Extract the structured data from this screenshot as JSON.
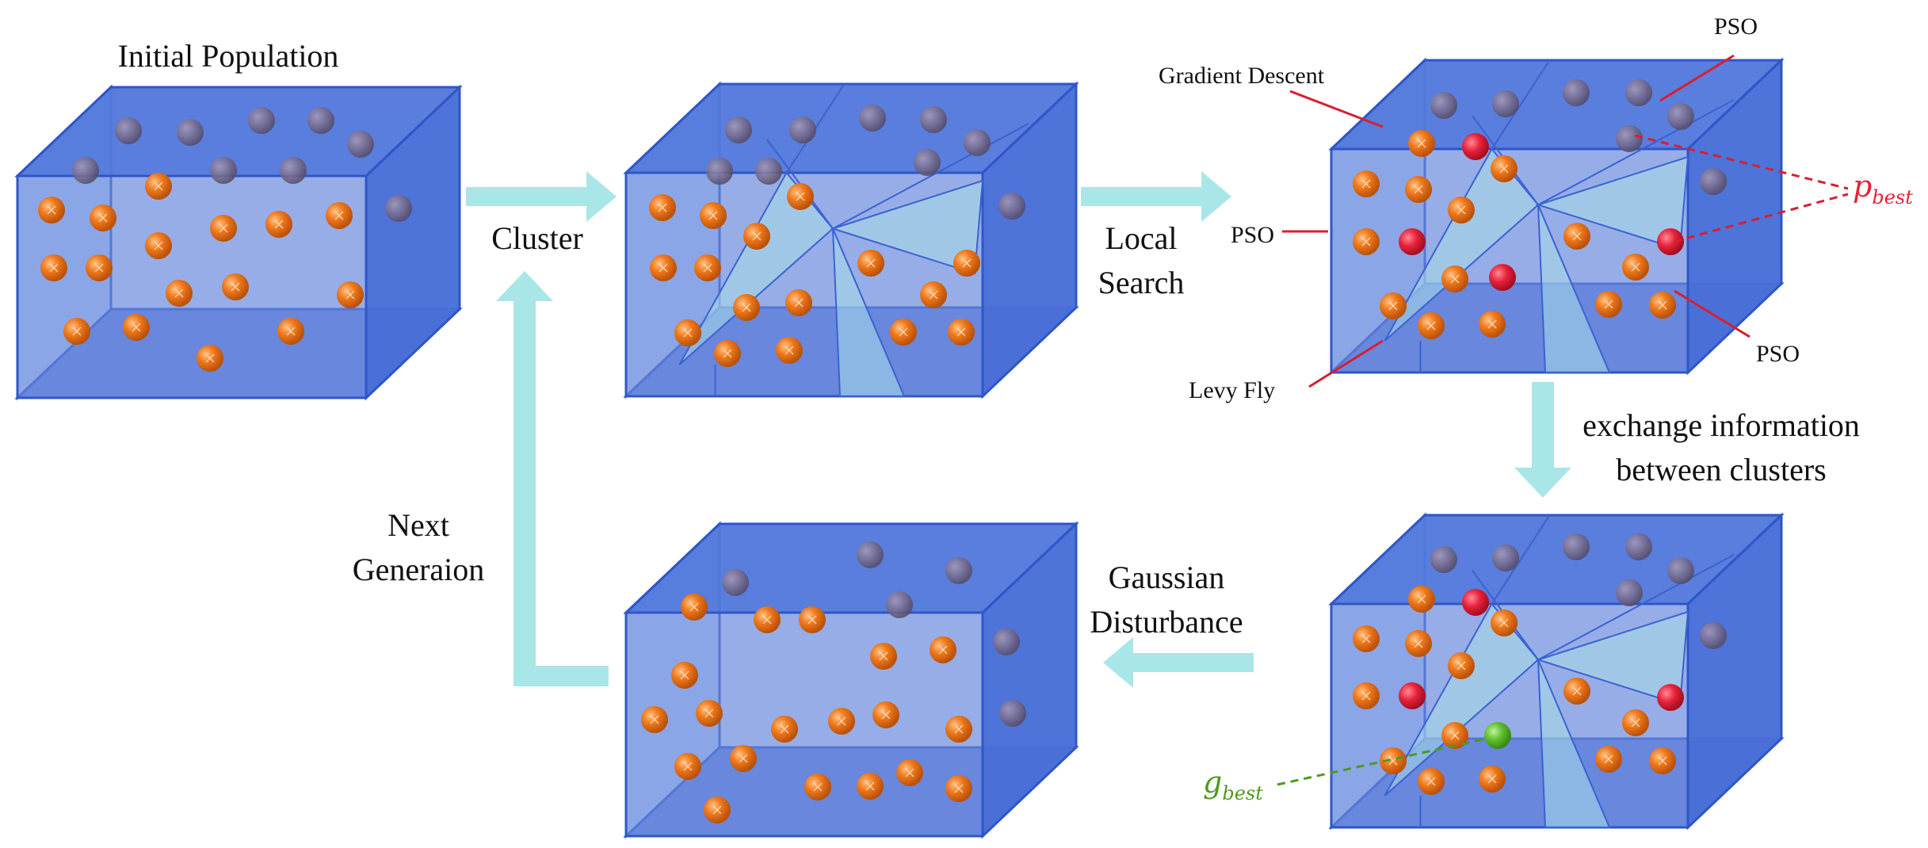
{
  "labels": {
    "initial_population": "Initial Population",
    "cluster": "Cluster",
    "local_search_1": "Local",
    "local_search_2": "Search",
    "gradient_descent": "Gradient Descent",
    "pso_top": "PSO",
    "pso_left": "PSO",
    "pso_bottom": "PSO",
    "levy_fly": "Levy Fly",
    "pbest_main": "p",
    "pbest_sub": "best",
    "exchange_1": "exchange information",
    "exchange_2": "between clusters",
    "gaussian_1": "Gaussian",
    "gaussian_2": "Disturbance",
    "next_1": "Next",
    "next_2": "Generaion",
    "gbest_main": "g",
    "gbest_sub": "best"
  },
  "colors": {
    "box_blue": "#3f6ad8",
    "box_edge": "#2f56c9",
    "arrow_cyan": "#a9e6e8",
    "orange": "#f07a1c",
    "grey": "#7b6f8e",
    "red": "#e8213a",
    "green": "#5fbf2c",
    "pbest_red": "#e8213a",
    "gbest_green": "#4e9a1e"
  }
}
